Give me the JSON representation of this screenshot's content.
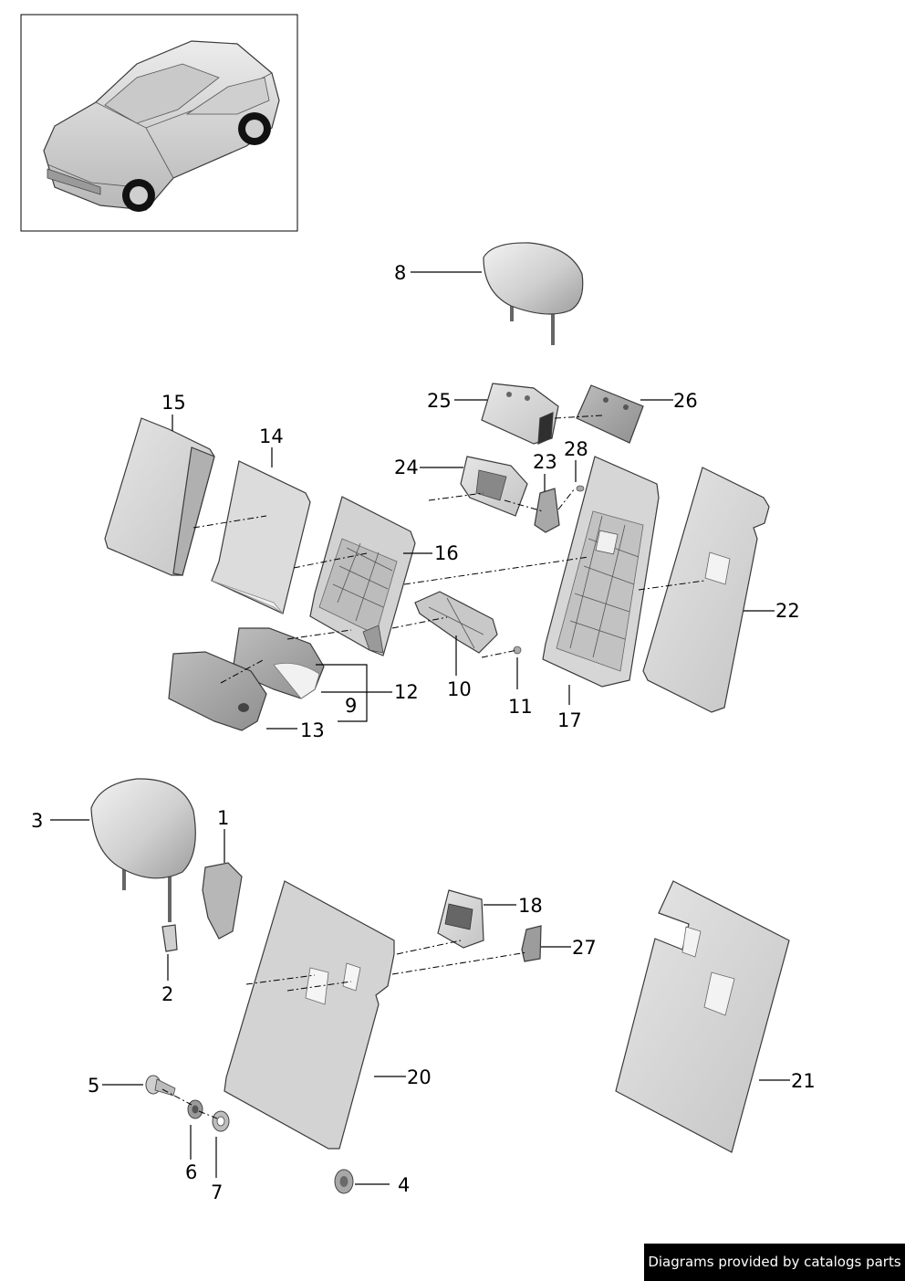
{
  "diagram": {
    "callouts": [
      {
        "id": "c8",
        "label": "8"
      },
      {
        "id": "c25",
        "label": "25"
      },
      {
        "id": "c26",
        "label": "26"
      },
      {
        "id": "c15",
        "label": "15"
      },
      {
        "id": "c14",
        "label": "14"
      },
      {
        "id": "c24",
        "label": "24"
      },
      {
        "id": "c23",
        "label": "23"
      },
      {
        "id": "c28",
        "label": "28"
      },
      {
        "id": "c16",
        "label": "16"
      },
      {
        "id": "c22",
        "label": "22"
      },
      {
        "id": "c12",
        "label": "12"
      },
      {
        "id": "c9",
        "label": "9"
      },
      {
        "id": "c10",
        "label": "10"
      },
      {
        "id": "c11",
        "label": "11"
      },
      {
        "id": "c17",
        "label": "17"
      },
      {
        "id": "c13",
        "label": "13"
      },
      {
        "id": "c3",
        "label": "3"
      },
      {
        "id": "c1",
        "label": "1"
      },
      {
        "id": "c18",
        "label": "18"
      },
      {
        "id": "c27",
        "label": "27"
      },
      {
        "id": "c2",
        "label": "2"
      },
      {
        "id": "c20",
        "label": "20"
      },
      {
        "id": "c21",
        "label": "21"
      },
      {
        "id": "c5",
        "label": "5"
      },
      {
        "id": "c6",
        "label": "6"
      },
      {
        "id": "c7",
        "label": "7"
      },
      {
        "id": "c4",
        "label": "4"
      }
    ]
  },
  "footer": {
    "text": "Diagrams provided by catalogs parts"
  },
  "colors": {
    "part_fill": "#d9d9d9",
    "part_shade": "#bdbdbd",
    "outline": "#3a3a3a",
    "footer_bg": "#000000",
    "footer_text": "#ffffff"
  }
}
